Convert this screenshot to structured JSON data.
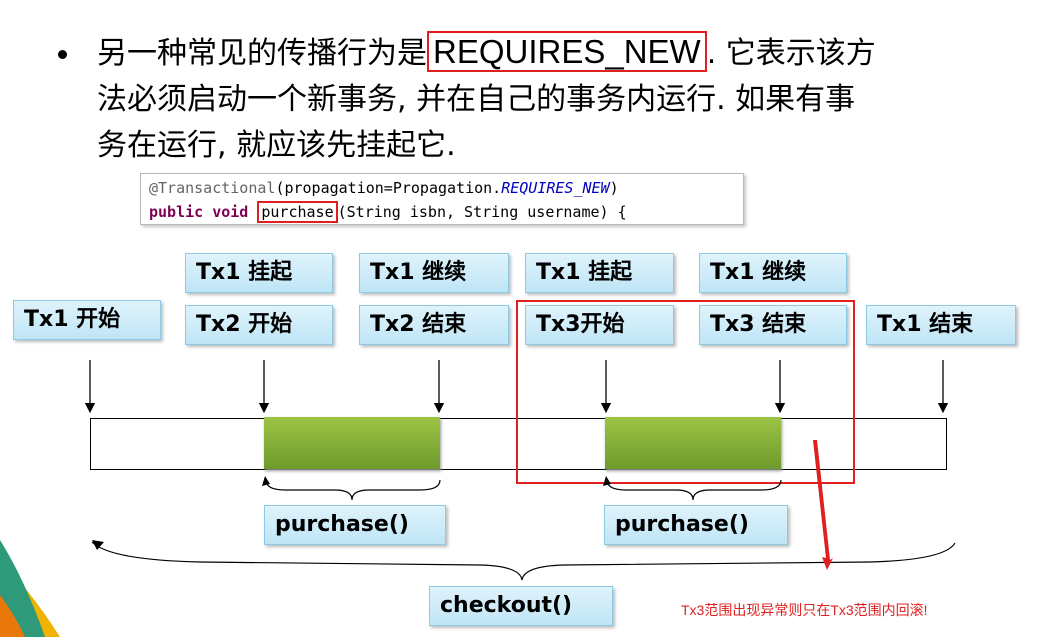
{
  "bullet": {
    "line1_pre": "另一种常见的传播行为是",
    "line1_highlight": "REQUIRES_NEW",
    "line1_post": ". 它表示该方",
    "line2": "法必须启动一个新事务, 并在自己的事务内运行. 如果有事",
    "line3": "务在运行, 就应该先挂起它."
  },
  "code": {
    "annotation": "@Transactional",
    "annotation_args_pre": "(propagation=Propagation.",
    "annotation_const": "REQUIRES_NEW",
    "annotation_close": ")",
    "modifiers": "public void",
    "method_name": "purchase",
    "params": "(String isbn, String username) {"
  },
  "boxes": {
    "tx1_start": "Tx1 开始",
    "tx1_suspend_a": "Tx1 挂起",
    "tx2_start": "Tx2 开始",
    "tx1_resume_a": "Tx1 继续",
    "tx2_end": "Tx2 结束",
    "tx1_suspend_b": "Tx1 挂起",
    "tx3_start": "Tx3开始",
    "tx1_resume_b": "Tx1 继续",
    "tx3_end": "Tx3 结束",
    "tx1_end": "Tx1 结束",
    "purchase_a": "purchase()",
    "purchase_b": "purchase()",
    "checkout": "checkout()"
  },
  "note": "Tx3范围出现异常则只在Tx3范围内回滚!",
  "colors": {
    "highlight_red": "#e02020",
    "box_fill": "#c9eaf8",
    "segment_green": "#84b03a"
  }
}
